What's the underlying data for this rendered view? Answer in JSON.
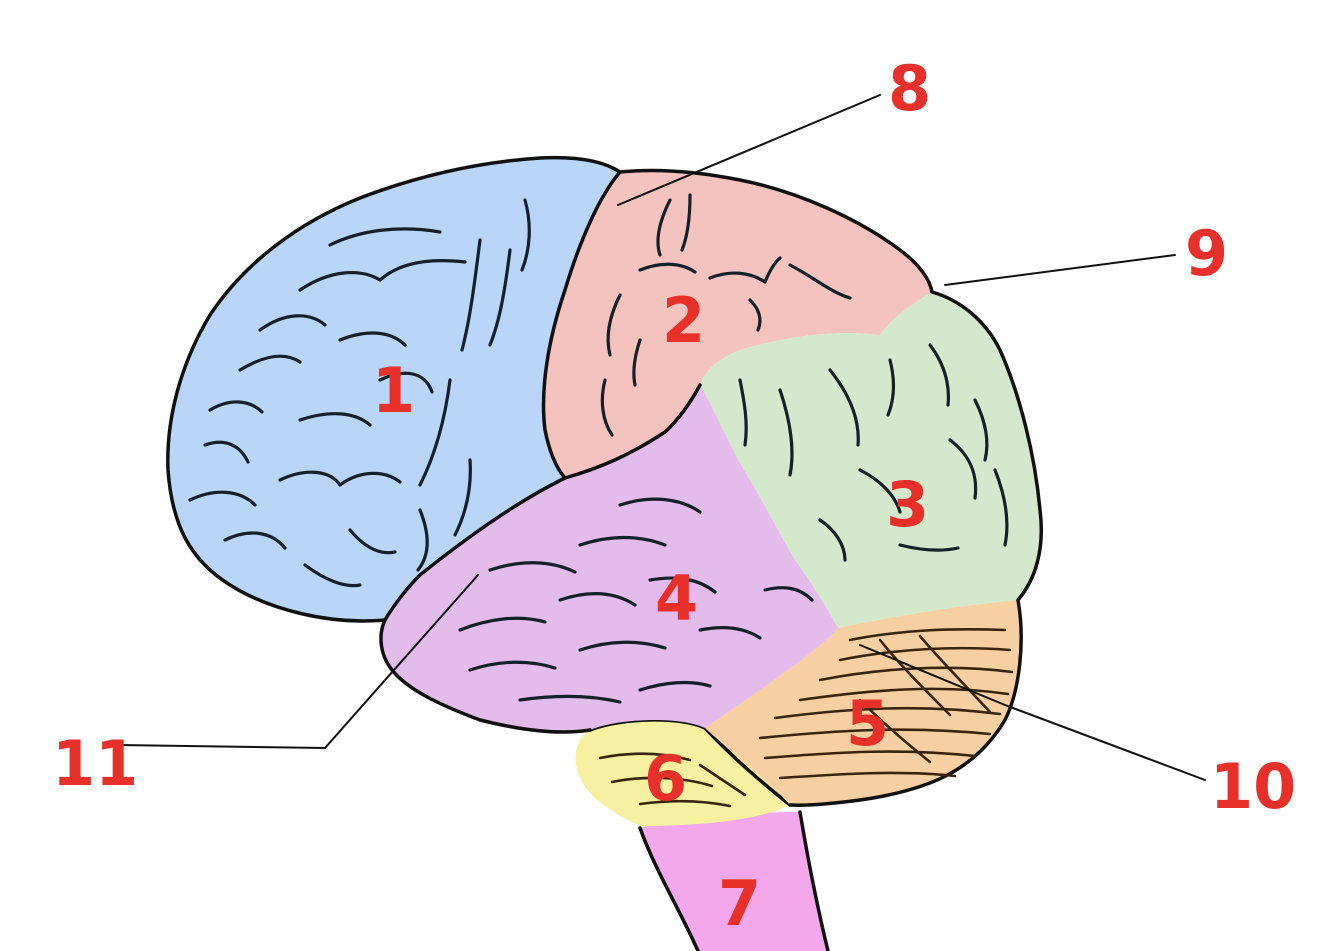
{
  "colors": {
    "label": "#e8302a",
    "region_1": "#b9d5f7",
    "region_2": "#f5c3bd",
    "region_3": "#d4e8cc",
    "region_4": "#e3bcec",
    "region_5": "#f6d0a2",
    "region_6": "#f6f0a0",
    "region_7": "#f2a8ea"
  },
  "region_labels": {
    "r1": "1",
    "r2": "2",
    "r3": "3",
    "r4": "4",
    "r5": "5",
    "r6": "6",
    "r7": "7"
  },
  "pointer_labels": {
    "p8": "8",
    "p9": "9",
    "p10": "10",
    "p11": "11"
  }
}
